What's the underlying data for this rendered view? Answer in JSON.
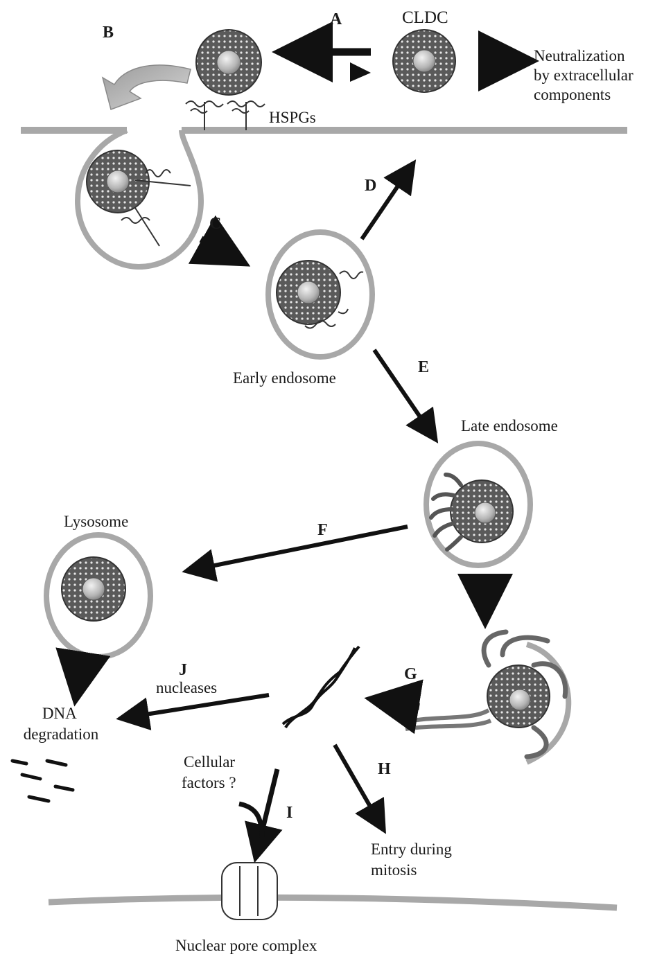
{
  "diagram": {
    "steps": {
      "a": "A",
      "b": "B",
      "c": "C",
      "d": "D",
      "e": "E",
      "f": "F",
      "g": "G",
      "h": "H",
      "i": "I",
      "j": "J"
    },
    "labels": {
      "cldc": "CLDC",
      "neutralization": [
        "Neutralization",
        "by extracellular",
        "components"
      ],
      "hspgs": "HSPGs",
      "early_endosome": "Early endosome",
      "late_endosome": "Late endosome",
      "lysosome": "Lysosome",
      "nucleases": "nucleases",
      "dna_degradation": [
        "DNA",
        "degradation"
      ],
      "cellular_factors": [
        "Cellular",
        "factors ?"
      ],
      "entry_mitosis": [
        "Entry during",
        "mitosis"
      ],
      "nuclear_pore": "Nuclear pore complex"
    }
  }
}
